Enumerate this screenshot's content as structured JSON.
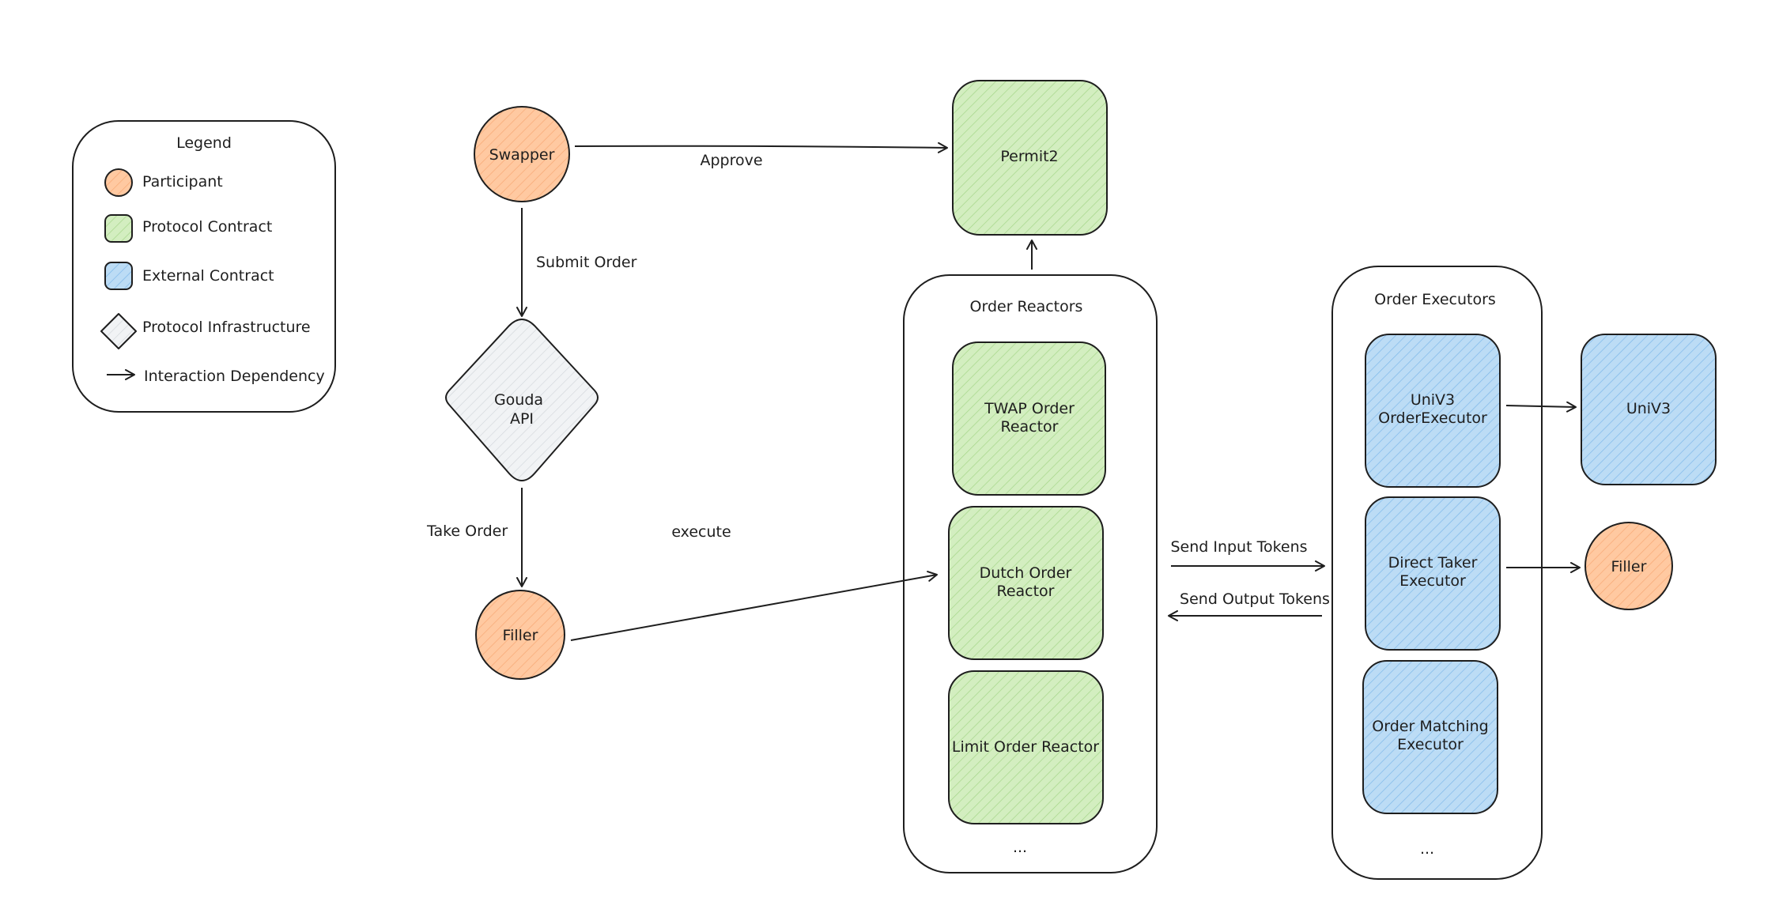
{
  "colors": {
    "participant": "#ffc9a1",
    "participant_hatch": "#f08c4e",
    "protocol_contract": "#d3eec0",
    "protocol_contract_hatch": "#7fc35a",
    "external_contract": "#bcdcf5",
    "external_contract_hatch": "#4a9be0",
    "infrastructure": "#f1f3f5",
    "infrastructure_hatch": "#b0b6bd",
    "stroke": "#1e1e1e"
  },
  "legend": {
    "title": "Legend",
    "participant": "Participant",
    "protocol_contract": "Protocol Contract",
    "external_contract": "External Contract",
    "protocol_infrastructure": "Protocol Infrastructure",
    "interaction_dependency": "Interaction Dependency"
  },
  "nodes": {
    "swapper": "Swapper",
    "permit2": "Permit2",
    "gouda_api": [
      "Gouda",
      "API"
    ],
    "filler_left": "Filler",
    "order_reactors": {
      "title": "Order Reactors",
      "twap": [
        "TWAP Order",
        "Reactor"
      ],
      "dutch": [
        "Dutch Order",
        "Reactor"
      ],
      "limit": [
        "Limit Order Reactor"
      ],
      "more": "..."
    },
    "order_executors": {
      "title": "Order Executors",
      "univ3_executor": [
        "UniV3",
        "OrderExecutor"
      ],
      "direct_taker": [
        "Direct Taker",
        "Executor"
      ],
      "order_matching": [
        "Order Matching",
        "Executor"
      ],
      "more": "..."
    },
    "univ3": "UniV3",
    "filler_right": "Filler"
  },
  "edges": {
    "approve": "Approve",
    "submit_order": "Submit Order",
    "take_order": "Take Order",
    "execute": "execute",
    "send_input_tokens": "Send Input Tokens",
    "send_output_tokens": "Send Output Tokens"
  }
}
